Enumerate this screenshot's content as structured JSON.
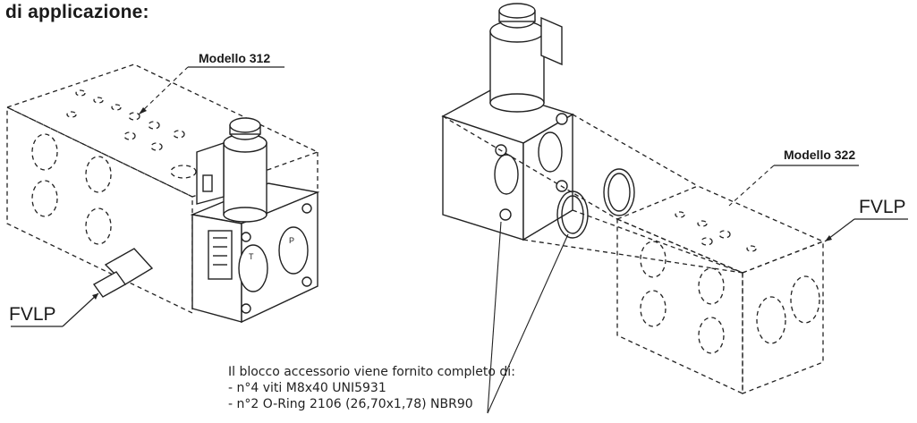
{
  "heading": "di applicazione:",
  "left_model": "Modello 312",
  "right_model": "Modello 322",
  "left_code": "FVLP",
  "right_code": "FVLP",
  "note": {
    "intro": "Il blocco accessorio viene fornito completo di:",
    "items": [
      "- n°4 viti M8x40 UNI5931",
      "- n°2 O-Ring 2106 (26,70x1,78) NBR90"
    ]
  },
  "valve_body_labels": [
    "T",
    "P"
  ]
}
